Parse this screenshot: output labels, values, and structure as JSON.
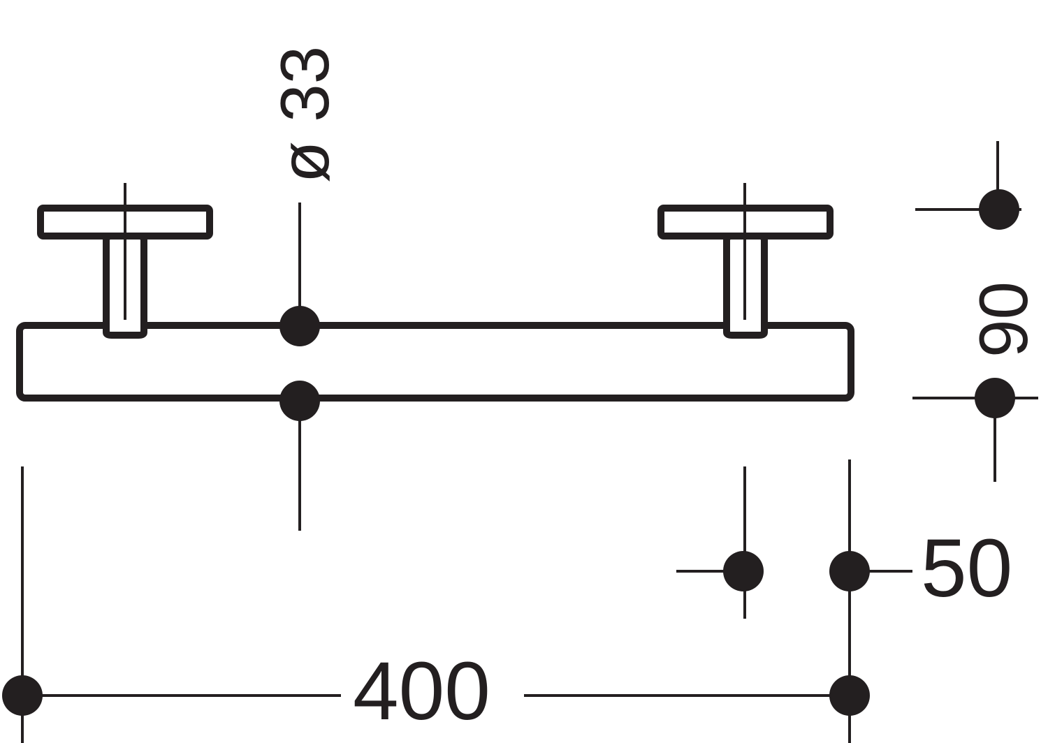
{
  "drawing": {
    "line_color": "#231f20",
    "background": "#ffffff",
    "dimensions": {
      "diameter": "ø 33",
      "length": "400",
      "projection": "90",
      "bracket_offset": "50"
    }
  }
}
